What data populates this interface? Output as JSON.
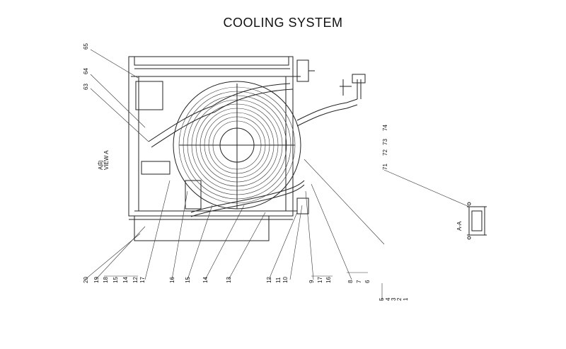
{
  "title": "COOLING SYSTEM",
  "view_label": "VIEW A",
  "view_label_top": "A向",
  "section_label": "A-A",
  "callouts_left_top": [
    "65",
    "64",
    "63"
  ],
  "callouts_bottom": [
    "20",
    "19",
    "18",
    "15",
    "14",
    "12",
    "17",
    "16",
    "15",
    "14",
    "13",
    "12",
    "11",
    "10",
    "9",
    "17",
    "16",
    "8",
    "7",
    "6",
    "5",
    "4",
    "3",
    "2",
    "1"
  ],
  "callouts_right": [
    "74",
    "73",
    "72",
    "71"
  ]
}
